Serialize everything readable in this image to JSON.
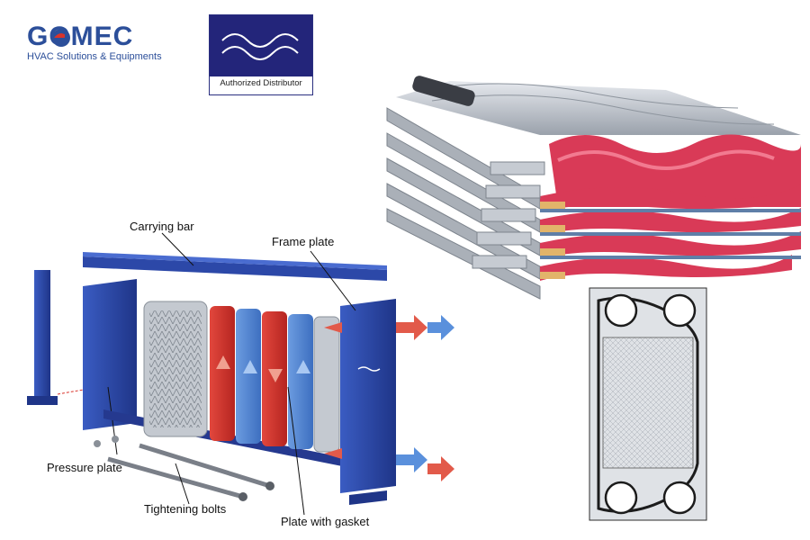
{
  "logo": {
    "brand_name": "GOMEC",
    "tagline": "HVAC Solutions & Equipments"
  },
  "partner_badge": {
    "caption": "Authorized Distributor"
  },
  "callouts": {
    "carrying_bar": "Carrying bar",
    "frame_plate": "Frame plate",
    "pressure_plate": "Pressure plate",
    "tightening_bolts": "Tightening bolts",
    "plate_with_gasket": "Plate with gasket"
  },
  "colors": {
    "brand_blue": "#2c4f9a",
    "badge_navy": "#23257a",
    "frame_blue": "#2c48a8",
    "hot_red": "#d9342b",
    "cold_blue": "#3f7fd0",
    "plate_grey": "#b9bec6"
  }
}
